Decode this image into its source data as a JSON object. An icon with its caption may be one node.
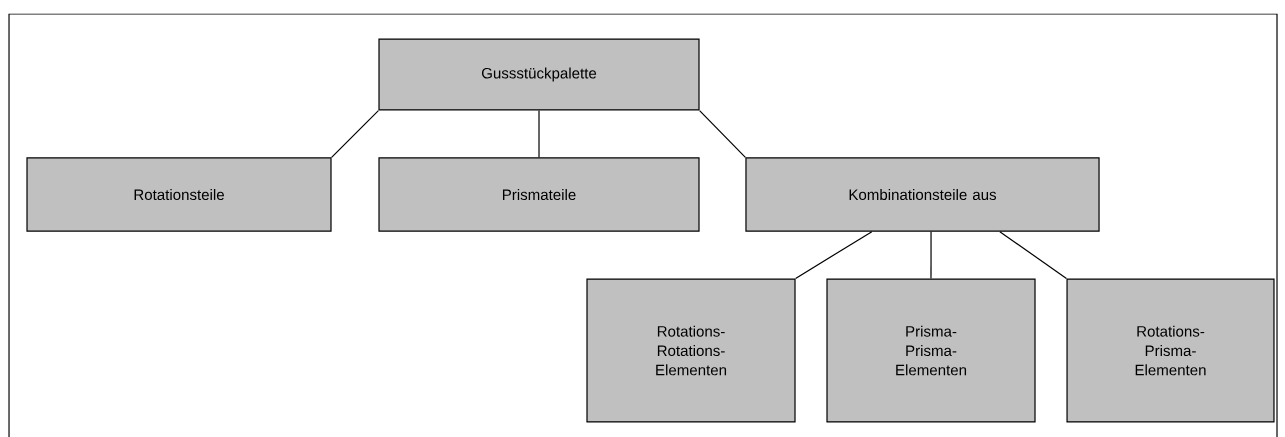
{
  "diagram": {
    "nodes": [
      {
        "text": [
          "Gussstückpalette"
        ]
      },
      {
        "text": [
          "Rotationsteile"
        ]
      },
      {
        "text": [
          "Prismateile"
        ]
      },
      {
        "text": [
          "Kombinationsteile aus"
        ]
      },
      {
        "text": [
          "Rotations- Rotations- Elementen"
        ]
      },
      {
        "text": [
          "Prisma- Prisma- Elementen"
        ]
      },
      {
        "text": [
          "Rotations- Prisma- Elementen"
        ]
      }
    ],
    "edges": [
      {
        "from": 0,
        "to": 1,
        "arrow": "none"
      },
      {
        "from": 0,
        "to": 2,
        "arrow": "none"
      },
      {
        "from": 0,
        "to": 3,
        "arrow": "none"
      },
      {
        "from": 3,
        "to": 4,
        "arrow": "none"
      },
      {
        "from": 3,
        "to": 5,
        "arrow": "none"
      },
      {
        "from": 3,
        "to": 6,
        "arrow": "none"
      }
    ]
  }
}
